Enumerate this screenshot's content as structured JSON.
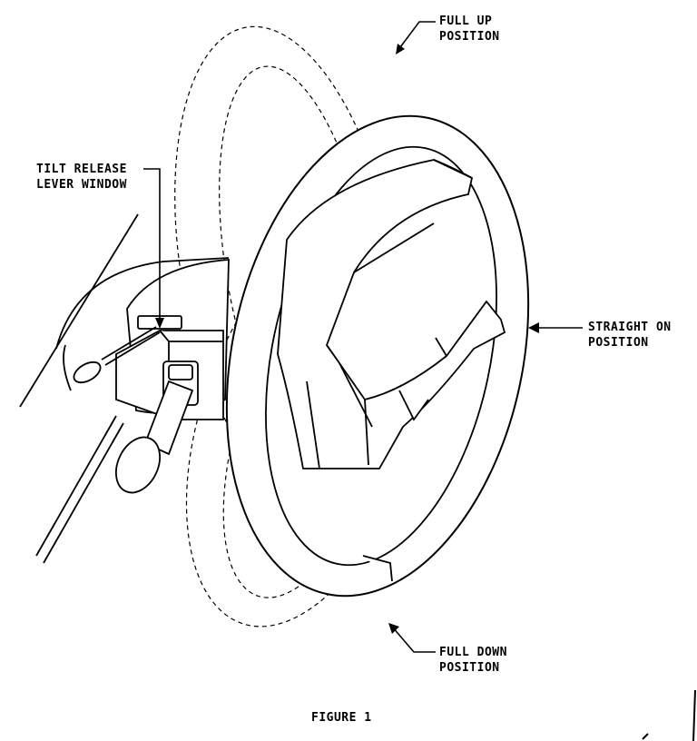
{
  "labels": {
    "full_up": {
      "line1": "FULL UP",
      "line2": "POSITION"
    },
    "tilt_release": {
      "line1": "TILT RELEASE",
      "line2": "LEVER WINDOW"
    },
    "straight_on": {
      "line1": "STRAIGHT ON",
      "line2": "POSITION"
    },
    "full_down": {
      "line1": "FULL DOWN",
      "line2": "POSITION"
    },
    "figure_caption": "FIGURE 1"
  },
  "colors": {
    "ink": "#000000",
    "paper": "#ffffff"
  }
}
